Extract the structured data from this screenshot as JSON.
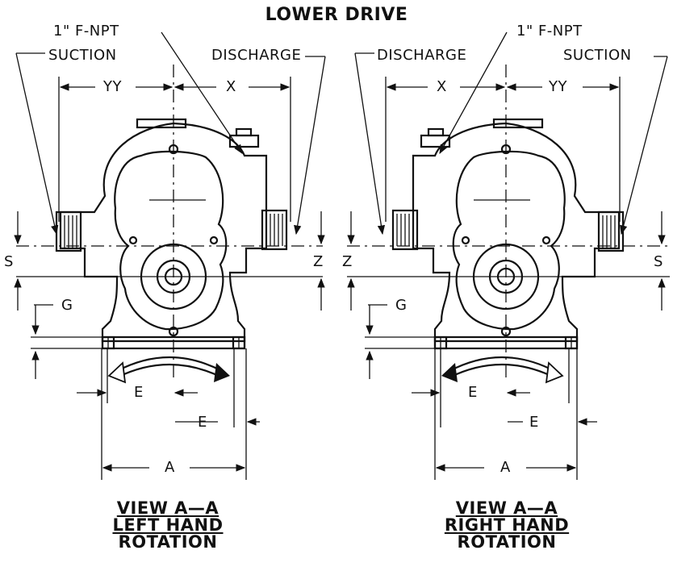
{
  "title": "LOWER DRIVE",
  "left_view": {
    "npt": "1\" F-NPT",
    "suction": "SUCTION",
    "discharge": "DISCHARGE",
    "dim_yy": "YY",
    "dim_x": "X",
    "dim_s": "S",
    "dim_z": "Z",
    "dim_g": "G",
    "dim_e1": "E",
    "dim_e2": "E",
    "dim_a": "A",
    "caption_line1": "VIEW A—A",
    "caption_line2": "LEFT HAND",
    "caption_line3": "ROTATION"
  },
  "right_view": {
    "npt": "1\" F-NPT",
    "suction": "SUCTION",
    "discharge": "DISCHARGE",
    "dim_yy": "YY",
    "dim_x": "X",
    "dim_s": "S",
    "dim_z": "Z",
    "dim_g": "G",
    "dim_e1": "E",
    "dim_e2": "E",
    "dim_a": "A",
    "caption_line1": "VIEW A—A",
    "caption_line2": "RIGHT HAND",
    "caption_line3": "ROTATION"
  }
}
